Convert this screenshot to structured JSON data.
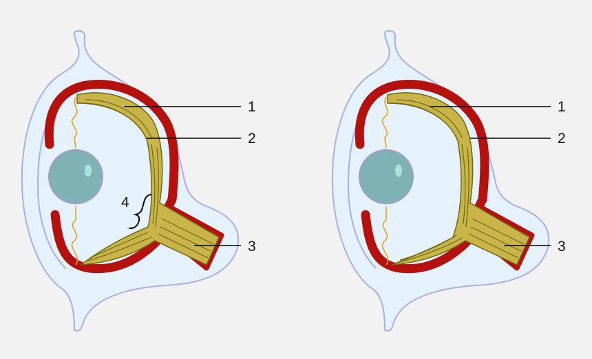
{
  "diagram": {
    "panels": [
      {
        "id": "left",
        "labels": {
          "l1": "1",
          "l2": "2",
          "l3": "3",
          "l4": "4"
        }
      },
      {
        "id": "right",
        "labels": {
          "l1": "1",
          "l2": "2",
          "l3": "3"
        }
      }
    ]
  },
  "colors": {
    "background": "#f2f2f2",
    "body_fill": "#e6f2fb",
    "body_stroke": "#a9aee8",
    "sclera": "#b3120f",
    "retina": "#c9b44a",
    "retina_dark": "#6e6a12",
    "lens": "#7fb2b4",
    "lens_stroke": "#a59cc6",
    "ligament": "#e3a21e",
    "leader": "#000000"
  }
}
